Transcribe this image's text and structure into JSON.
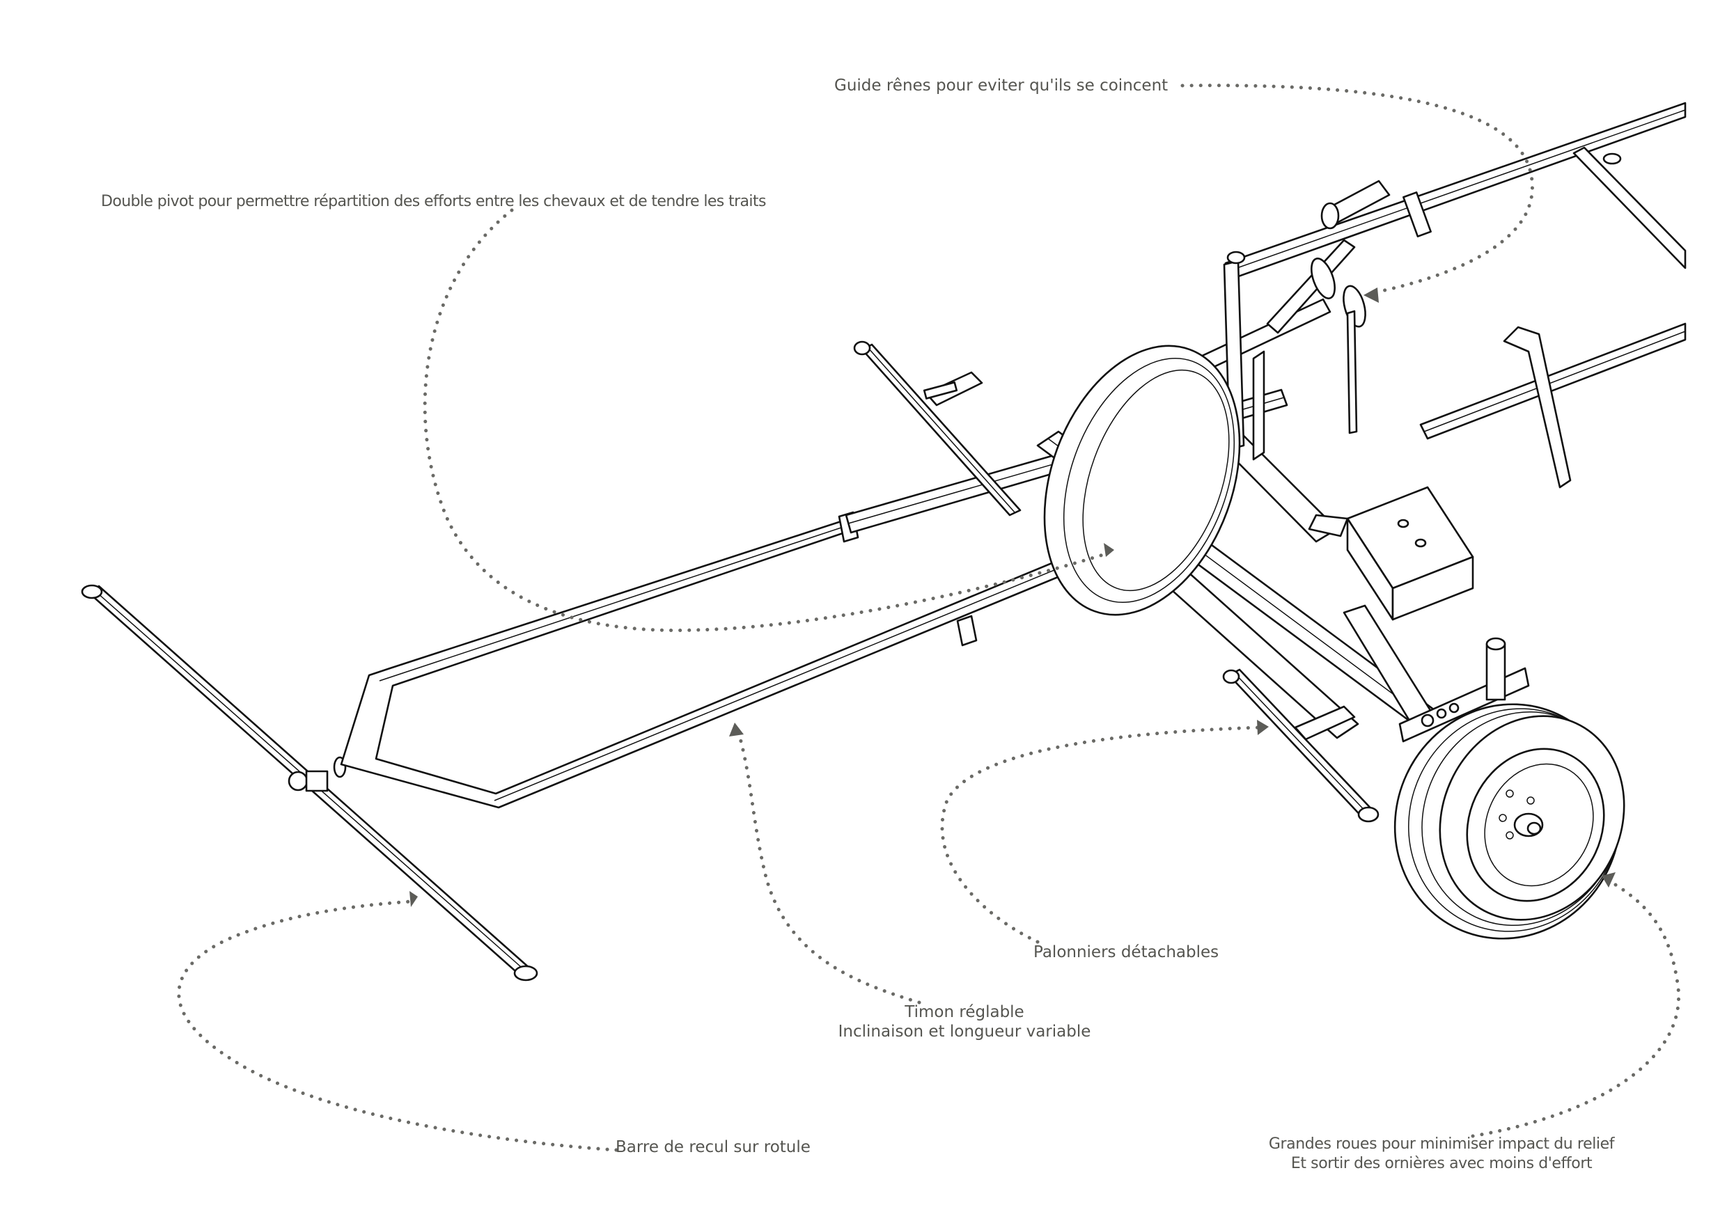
{
  "diagram": {
    "subject": "Horse-drawn implement chassis (isometric line drawing)",
    "colors": {
      "line": "#111111",
      "leader": "#6a6a66",
      "label_text": "#555550",
      "background": "#ffffff"
    }
  },
  "annotations": [
    {
      "id": "guide-renes",
      "lines": [
        "Guide rênes pour eviter qu'ils se coincent"
      ],
      "target": "rein guide rings on upper frame"
    },
    {
      "id": "double-pivot",
      "lines": [
        "Double pivot pour permettre répartition des efforts entre les chevaux et de tendre les traits"
      ],
      "target": "central double pivot"
    },
    {
      "id": "palonniers",
      "lines": [
        "Palonniers détachables"
      ],
      "target": "detachable swingletrees"
    },
    {
      "id": "timon",
      "lines": [
        "Timon réglable",
        "Inclinaison et longueur variable"
      ],
      "target": "adjustable drawbar"
    },
    {
      "id": "barre-recul",
      "lines": [
        "Barre de recul sur rotule"
      ],
      "target": "backing bar on ball joint"
    },
    {
      "id": "grandes-roues",
      "lines": [
        "Grandes roues pour minimiser impact du relief",
        "Et sortir des ornières avec moins d'effort"
      ],
      "target": "large wheels"
    }
  ]
}
